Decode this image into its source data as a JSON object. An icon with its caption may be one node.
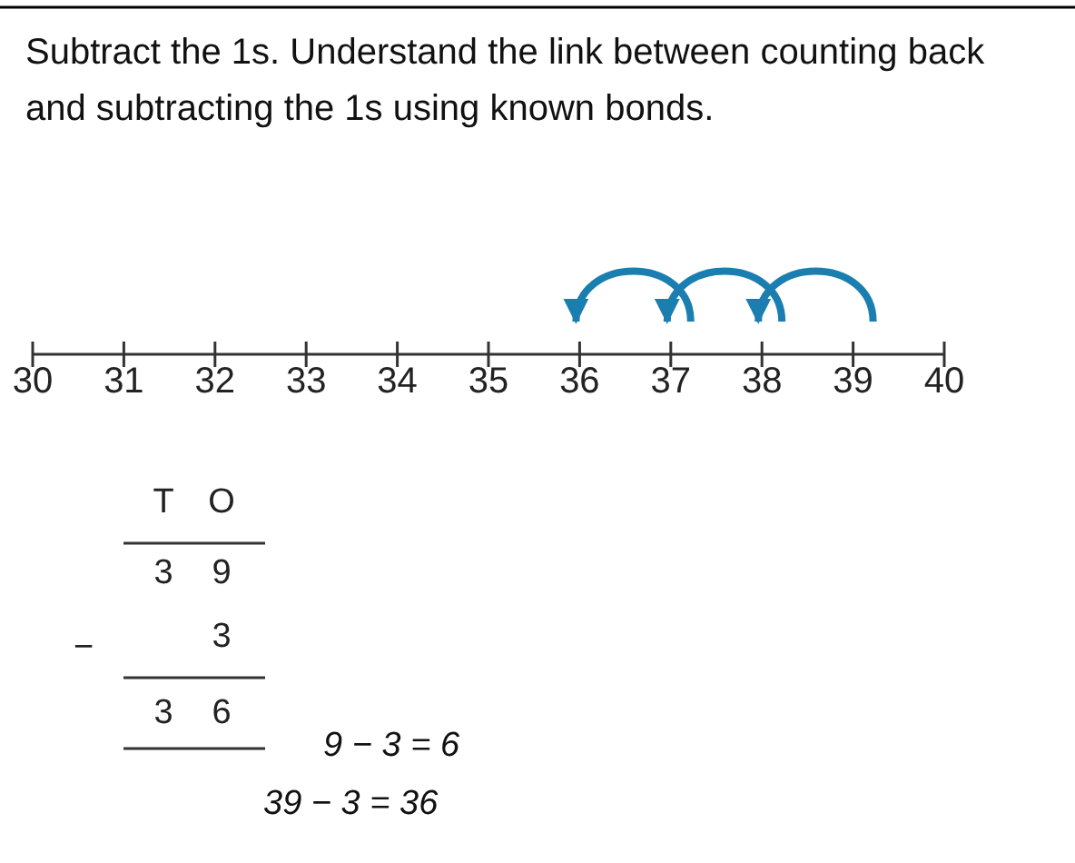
{
  "diagram": {
    "title": "Subtract the 1s. Understand the link between counting back and subtracting the 1s using known bonds.",
    "nodes": [
      {
        "text": [
          "30"
        ]
      },
      {
        "text": [
          "31"
        ]
      },
      {
        "text": [
          "32"
        ]
      },
      {
        "text": [
          "33"
        ]
      },
      {
        "text": [
          "34"
        ]
      },
      {
        "text": [
          "35"
        ]
      },
      {
        "text": [
          "36"
        ]
      },
      {
        "text": [
          "37"
        ]
      },
      {
        "text": [
          "38"
        ]
      },
      {
        "text": [
          "39"
        ]
      },
      {
        "text": [
          "40"
        ]
      }
    ],
    "edges": [
      {
        "from": 9,
        "to": 8,
        "arrow": "to"
      },
      {
        "from": 8,
        "to": 7,
        "arrow": "to"
      },
      {
        "from": 7,
        "to": 6,
        "arrow": "to"
      }
    ],
    "labels": [
      "T",
      "O",
      "3",
      "9",
      "−",
      "3",
      "3",
      "6",
      "9 − 3 = 6",
      "39 − 3 = 36"
    ]
  }
}
